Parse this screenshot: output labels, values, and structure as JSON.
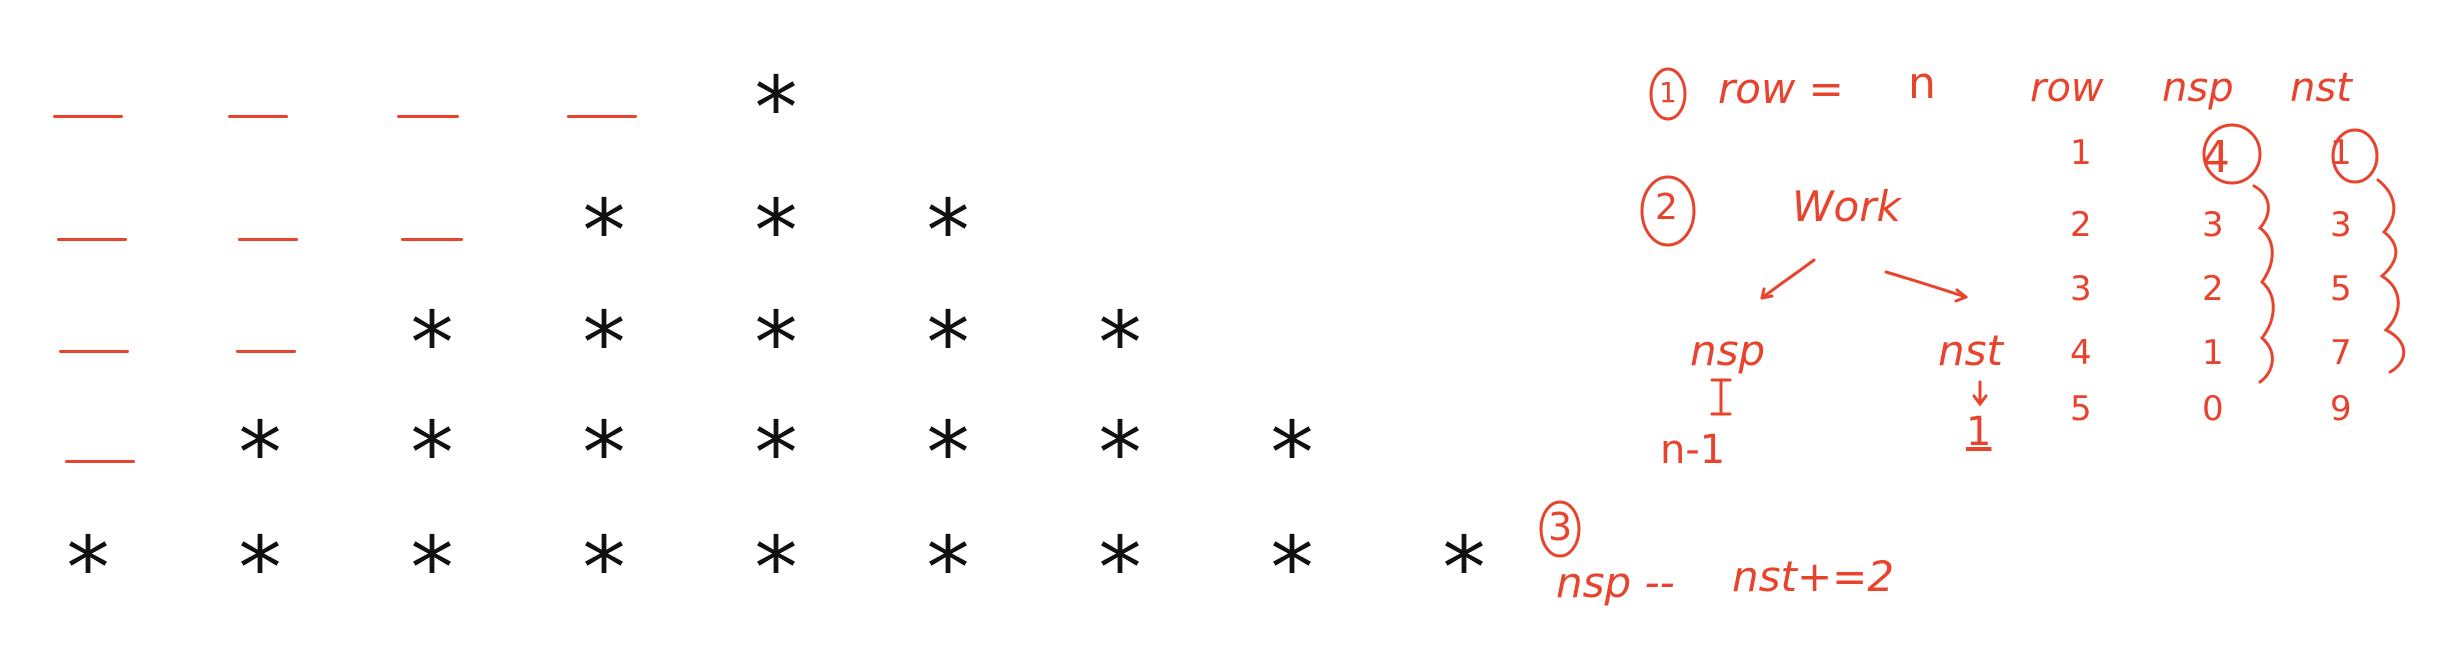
{
  "colors": {
    "ink": "#e8432c",
    "star": "#111111",
    "background": "#ffffff"
  },
  "pattern": {
    "symbol": "*",
    "rows": [
      {
        "spaces": 4,
        "stars": 1
      },
      {
        "spaces": 3,
        "stars": 3
      },
      {
        "spaces": 2,
        "stars": 5
      },
      {
        "spaces": 1,
        "stars": 7
      },
      {
        "spaces": 0,
        "stars": 9
      }
    ]
  },
  "notes": {
    "step1": {
      "marker": "1",
      "text": "row =",
      "value": "n"
    },
    "step2": {
      "marker": "2",
      "work": "Work",
      "left": "nsp",
      "left_value": "n-1",
      "right": "nst",
      "right_value": "1"
    },
    "step3": {
      "marker": "3",
      "left": "nsp --",
      "right": "nst+=2"
    },
    "table": {
      "headers": [
        "row",
        "nsp",
        "nst"
      ],
      "rows": [
        [
          "1",
          "4",
          "1"
        ],
        [
          "2",
          "3",
          "3"
        ],
        [
          "3",
          "2",
          "5"
        ],
        [
          "4",
          "1",
          "7"
        ],
        [
          "5",
          "0",
          "9"
        ]
      ]
    }
  }
}
